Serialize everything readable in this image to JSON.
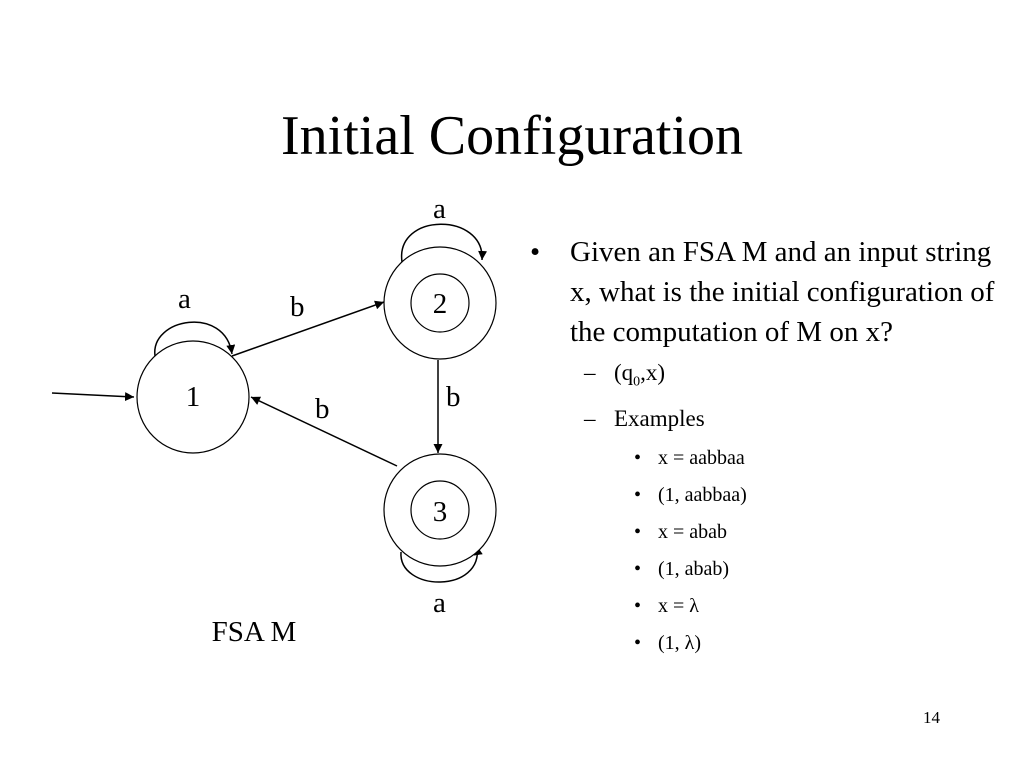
{
  "slide": {
    "title": "Initial Configuration",
    "page_number": "14"
  },
  "diagram": {
    "caption": "FSA M",
    "states": [
      {
        "label": "1",
        "initial": true,
        "accepting": false
      },
      {
        "label": "2",
        "initial": false,
        "accepting": true
      },
      {
        "label": "3",
        "initial": false,
        "accepting": true
      }
    ],
    "transitions": [
      {
        "from": "1",
        "to": "1",
        "symbol": "a"
      },
      {
        "from": "1",
        "to": "2",
        "symbol": "b"
      },
      {
        "from": "2",
        "to": "2",
        "symbol": "a"
      },
      {
        "from": "2",
        "to": "3",
        "symbol": "b"
      },
      {
        "from": "3",
        "to": "1",
        "symbol": "b"
      },
      {
        "from": "3",
        "to": "3",
        "symbol": "a"
      }
    ]
  },
  "bullets": {
    "main_mark": "•",
    "main_text": "Given an FSA M and an input string x, what is the initial configuration of the computation of M on x?",
    "sub_mark": "–",
    "config_prefix": "(q",
    "config_subscript": "0",
    "config_suffix": ",x)",
    "examples_label": "Examples",
    "example_mark": "•",
    "examples": [
      "x = aabbaa",
      "(1, aabbaa)",
      "x = abab",
      "(1, abab)",
      "x = λ",
      "(1, λ)"
    ]
  }
}
